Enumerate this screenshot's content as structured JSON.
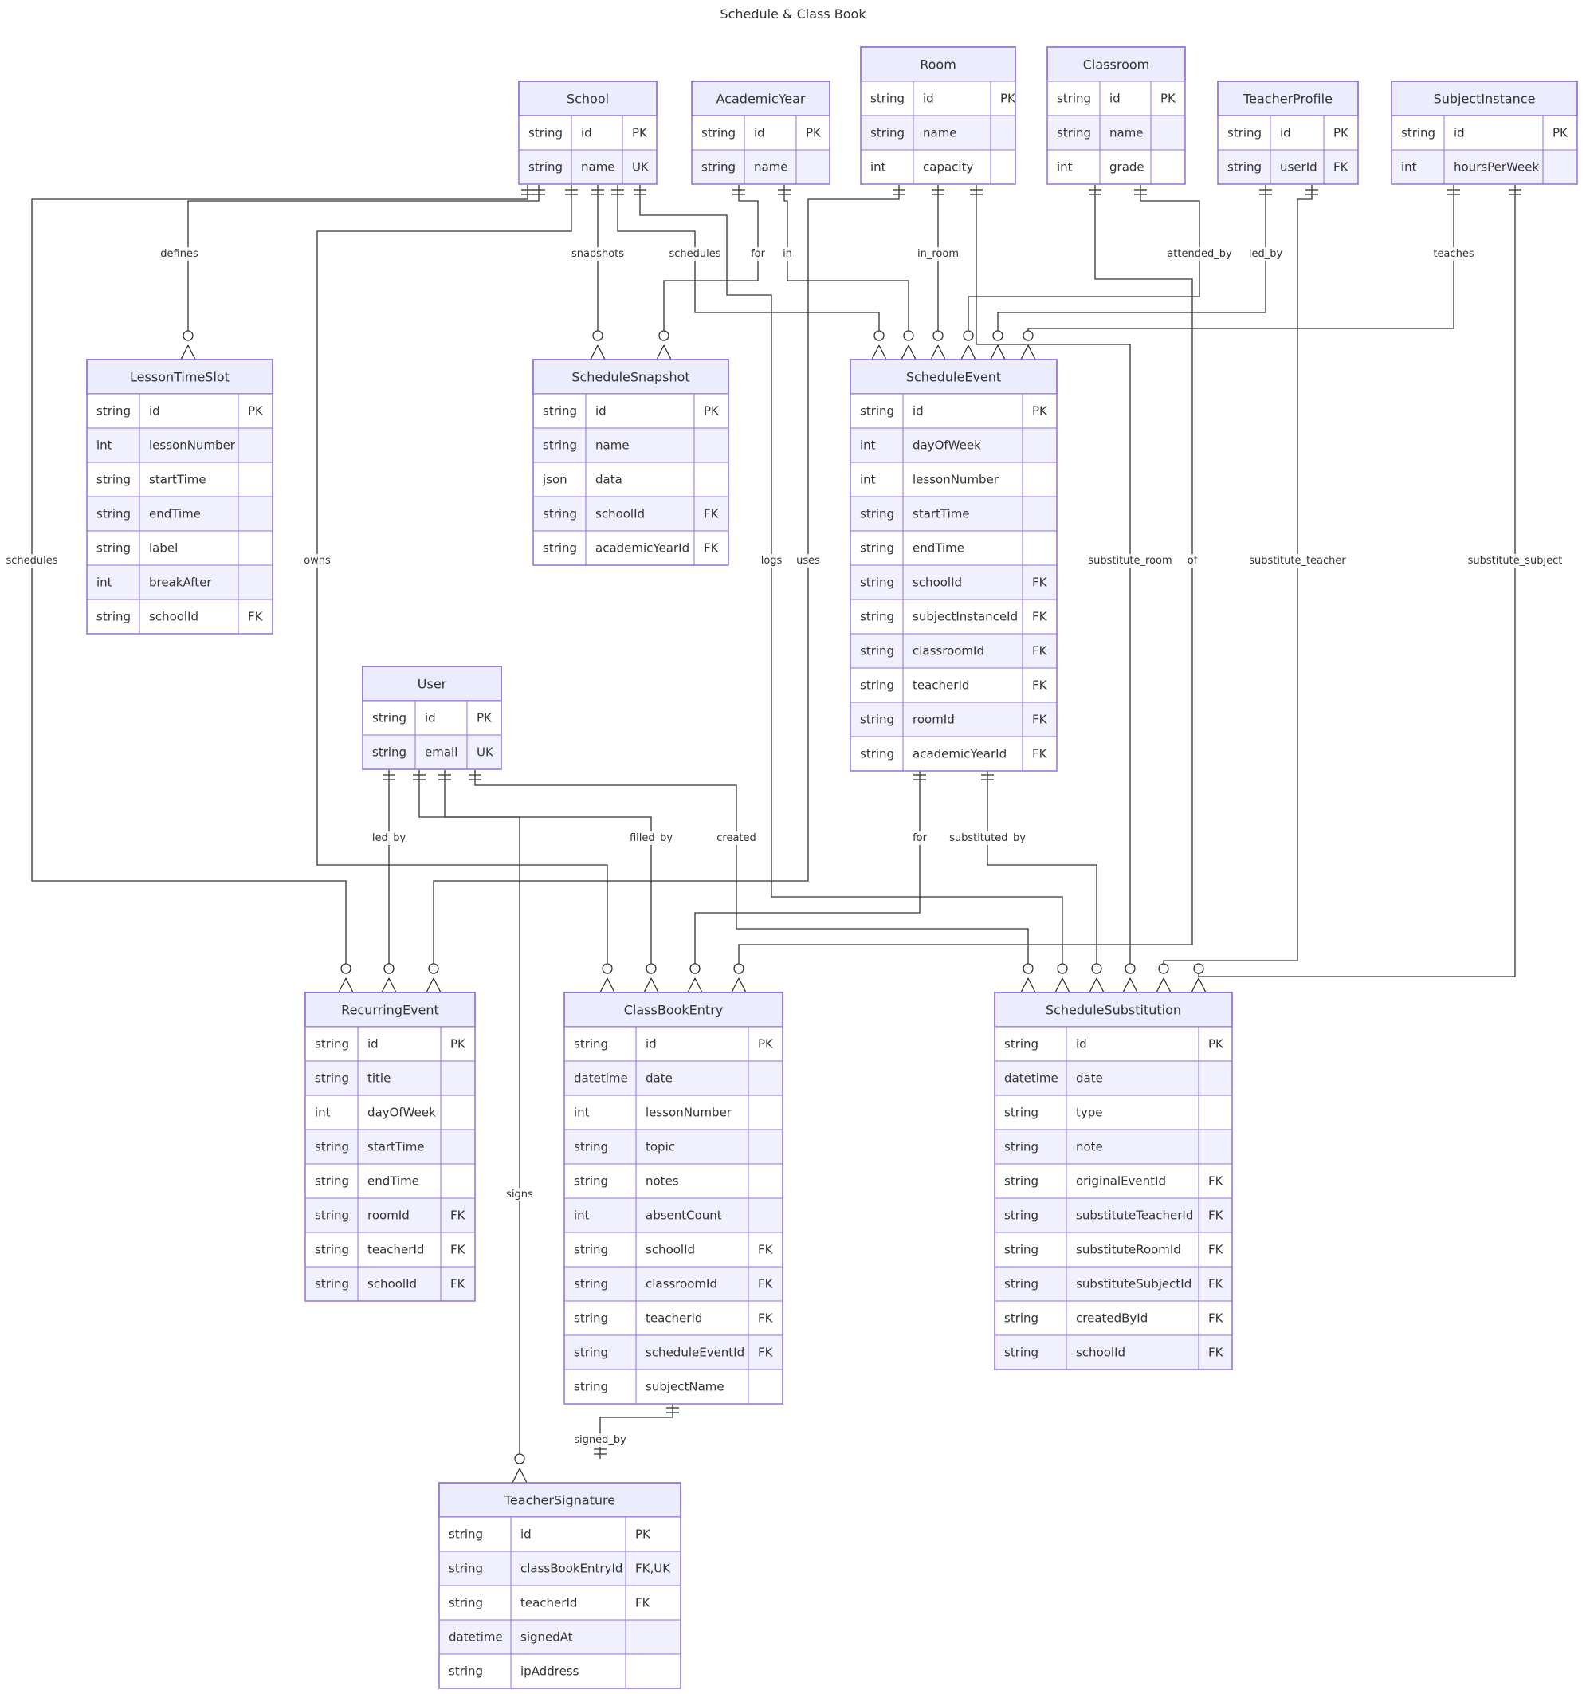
{
  "title": "Schedule & Class Book",
  "colors": {
    "header_fill": "#ECECFF",
    "border": "#9370DB",
    "row_alt": "#F0F0FF",
    "line": "#333333"
  },
  "entities": [
    {
      "id": "School",
      "name": "School",
      "attributes": [
        [
          "string",
          "id",
          "PK"
        ],
        [
          "string",
          "name",
          "UK"
        ]
      ]
    },
    {
      "id": "AcademicYear",
      "name": "AcademicYear",
      "attributes": [
        [
          "string",
          "id",
          "PK"
        ],
        [
          "string",
          "name",
          ""
        ]
      ]
    },
    {
      "id": "Room",
      "name": "Room",
      "attributes": [
        [
          "string",
          "id",
          "PK"
        ],
        [
          "string",
          "name",
          ""
        ],
        [
          "int",
          "capacity",
          ""
        ]
      ]
    },
    {
      "id": "Classroom",
      "name": "Classroom",
      "attributes": [
        [
          "string",
          "id",
          "PK"
        ],
        [
          "string",
          "name",
          ""
        ],
        [
          "int",
          "grade",
          ""
        ]
      ]
    },
    {
      "id": "TeacherProfile",
      "name": "TeacherProfile",
      "attributes": [
        [
          "string",
          "id",
          "PK"
        ],
        [
          "string",
          "userId",
          "FK"
        ]
      ]
    },
    {
      "id": "SubjectInstance",
      "name": "SubjectInstance",
      "attributes": [
        [
          "string",
          "id",
          "PK"
        ],
        [
          "int",
          "hoursPerWeek",
          ""
        ]
      ]
    },
    {
      "id": "LessonTimeSlot",
      "name": "LessonTimeSlot",
      "attributes": [
        [
          "string",
          "id",
          "PK"
        ],
        [
          "int",
          "lessonNumber",
          ""
        ],
        [
          "string",
          "startTime",
          ""
        ],
        [
          "string",
          "endTime",
          ""
        ],
        [
          "string",
          "label",
          ""
        ],
        [
          "int",
          "breakAfter",
          ""
        ],
        [
          "string",
          "schoolId",
          "FK"
        ]
      ]
    },
    {
      "id": "ScheduleSnapshot",
      "name": "ScheduleSnapshot",
      "attributes": [
        [
          "string",
          "id",
          "PK"
        ],
        [
          "string",
          "name",
          ""
        ],
        [
          "json",
          "data",
          ""
        ],
        [
          "string",
          "schoolId",
          "FK"
        ],
        [
          "string",
          "academicYearId",
          "FK"
        ]
      ]
    },
    {
      "id": "ScheduleEvent",
      "name": "ScheduleEvent",
      "attributes": [
        [
          "string",
          "id",
          "PK"
        ],
        [
          "int",
          "dayOfWeek",
          ""
        ],
        [
          "int",
          "lessonNumber",
          ""
        ],
        [
          "string",
          "startTime",
          ""
        ],
        [
          "string",
          "endTime",
          ""
        ],
        [
          "string",
          "schoolId",
          "FK"
        ],
        [
          "string",
          "subjectInstanceId",
          "FK"
        ],
        [
          "string",
          "classroomId",
          "FK"
        ],
        [
          "string",
          "teacherId",
          "FK"
        ],
        [
          "string",
          "roomId",
          "FK"
        ],
        [
          "string",
          "academicYearId",
          "FK"
        ]
      ]
    },
    {
      "id": "User",
      "name": "User",
      "attributes": [
        [
          "string",
          "id",
          "PK"
        ],
        [
          "string",
          "email",
          "UK"
        ]
      ]
    },
    {
      "id": "RecurringEvent",
      "name": "RecurringEvent",
      "attributes": [
        [
          "string",
          "id",
          "PK"
        ],
        [
          "string",
          "title",
          ""
        ],
        [
          "int",
          "dayOfWeek",
          ""
        ],
        [
          "string",
          "startTime",
          ""
        ],
        [
          "string",
          "endTime",
          ""
        ],
        [
          "string",
          "roomId",
          "FK"
        ],
        [
          "string",
          "teacherId",
          "FK"
        ],
        [
          "string",
          "schoolId",
          "FK"
        ]
      ]
    },
    {
      "id": "ClassBookEntry",
      "name": "ClassBookEntry",
      "attributes": [
        [
          "string",
          "id",
          "PK"
        ],
        [
          "datetime",
          "date",
          ""
        ],
        [
          "int",
          "lessonNumber",
          ""
        ],
        [
          "string",
          "topic",
          ""
        ],
        [
          "string",
          "notes",
          ""
        ],
        [
          "int",
          "absentCount",
          ""
        ],
        [
          "string",
          "schoolId",
          "FK"
        ],
        [
          "string",
          "classroomId",
          "FK"
        ],
        [
          "string",
          "teacherId",
          "FK"
        ],
        [
          "string",
          "scheduleEventId",
          "FK"
        ],
        [
          "string",
          "subjectName",
          ""
        ]
      ]
    },
    {
      "id": "ScheduleSubstitution",
      "name": "ScheduleSubstitution",
      "attributes": [
        [
          "string",
          "id",
          "PK"
        ],
        [
          "datetime",
          "date",
          ""
        ],
        [
          "string",
          "type",
          ""
        ],
        [
          "string",
          "note",
          ""
        ],
        [
          "string",
          "originalEventId",
          "FK"
        ],
        [
          "string",
          "substituteTeacherId",
          "FK"
        ],
        [
          "string",
          "substituteRoomId",
          "FK"
        ],
        [
          "string",
          "substituteSubjectId",
          "FK"
        ],
        [
          "string",
          "createdById",
          "FK"
        ],
        [
          "string",
          "schoolId",
          "FK"
        ]
      ]
    },
    {
      "id": "TeacherSignature",
      "name": "TeacherSignature",
      "attributes": [
        [
          "string",
          "id",
          "PK"
        ],
        [
          "string",
          "classBookEntryId",
          "FK,UK"
        ],
        [
          "string",
          "teacherId",
          "FK"
        ],
        [
          "datetime",
          "signedAt",
          ""
        ],
        [
          "string",
          "ipAddress",
          ""
        ]
      ]
    }
  ],
  "relationships": [
    {
      "label": "defines",
      "from": "School",
      "to": "LessonTimeSlot",
      "from_card": "one",
      "to_card": "zero-or-many"
    },
    {
      "label": "snapshots",
      "from": "School",
      "to": "ScheduleSnapshot",
      "from_card": "one",
      "to_card": "zero-or-many"
    },
    {
      "label": "schedules",
      "from": "School",
      "to": "ScheduleEvent",
      "from_card": "one",
      "to_card": "zero-or-many"
    },
    {
      "label": "for",
      "from": "AcademicYear",
      "to": "ScheduleSnapshot",
      "from_card": "one",
      "to_card": "zero-or-many"
    },
    {
      "label": "in",
      "from": "AcademicYear",
      "to": "ScheduleEvent",
      "from_card": "one",
      "to_card": "zero-or-many"
    },
    {
      "label": "in_room",
      "from": "Room",
      "to": "ScheduleEvent",
      "from_card": "one",
      "to_card": "zero-or-many"
    },
    {
      "label": "attended_by",
      "from": "Classroom",
      "to": "ScheduleEvent",
      "from_card": "one",
      "to_card": "zero-or-many"
    },
    {
      "label": "led_by",
      "from": "TeacherProfile",
      "to": "ScheduleEvent",
      "from_card": "one",
      "to_card": "zero-or-many"
    },
    {
      "label": "teaches",
      "from": "SubjectInstance",
      "to": "ScheduleEvent",
      "from_card": "one",
      "to_card": "zero-or-many"
    },
    {
      "label": "schedules",
      "from": "School",
      "to": "RecurringEvent",
      "from_card": "one",
      "to_card": "zero-or-many"
    },
    {
      "label": "owns",
      "from": "School",
      "to": "ClassBookEntry",
      "from_card": "one",
      "to_card": "zero-or-many"
    },
    {
      "label": "logs",
      "from": "School",
      "to": "ScheduleSubstitution",
      "from_card": "one",
      "to_card": "zero-or-many"
    },
    {
      "label": "uses",
      "from": "Room",
      "to": "RecurringEvent",
      "from_card": "one",
      "to_card": "zero-or-many"
    },
    {
      "label": "substitute_room",
      "from": "Room",
      "to": "ScheduleSubstitution",
      "from_card": "one",
      "to_card": "zero-or-many"
    },
    {
      "label": "of",
      "from": "Classroom",
      "to": "ClassBookEntry",
      "from_card": "one",
      "to_card": "zero-or-many"
    },
    {
      "label": "substitute_teacher",
      "from": "TeacherProfile",
      "to": "ScheduleSubstitution",
      "from_card": "one",
      "to_card": "zero-or-many"
    },
    {
      "label": "substitute_subject",
      "from": "SubjectInstance",
      "to": "ScheduleSubstitution",
      "from_card": "one",
      "to_card": "zero-or-many"
    },
    {
      "label": "led_by",
      "from": "User",
      "to": "RecurringEvent",
      "from_card": "one",
      "to_card": "zero-or-many"
    },
    {
      "label": "filled_by",
      "from": "User",
      "to": "ClassBookEntry",
      "from_card": "one",
      "to_card": "zero-or-many"
    },
    {
      "label": "created",
      "from": "User",
      "to": "ScheduleSubstitution",
      "from_card": "one",
      "to_card": "zero-or-many"
    },
    {
      "label": "signs",
      "from": "User",
      "to": "TeacherSignature",
      "from_card": "one",
      "to_card": "zero-or-many"
    },
    {
      "label": "for",
      "from": "ScheduleEvent",
      "to": "ClassBookEntry",
      "from_card": "one",
      "to_card": "zero-or-many"
    },
    {
      "label": "substituted_by",
      "from": "ScheduleEvent",
      "to": "ScheduleSubstitution",
      "from_card": "one",
      "to_card": "zero-or-many"
    },
    {
      "label": "signed_by",
      "from": "ClassBookEntry",
      "to": "TeacherSignature",
      "from_card": "one",
      "to_card": "one"
    }
  ]
}
